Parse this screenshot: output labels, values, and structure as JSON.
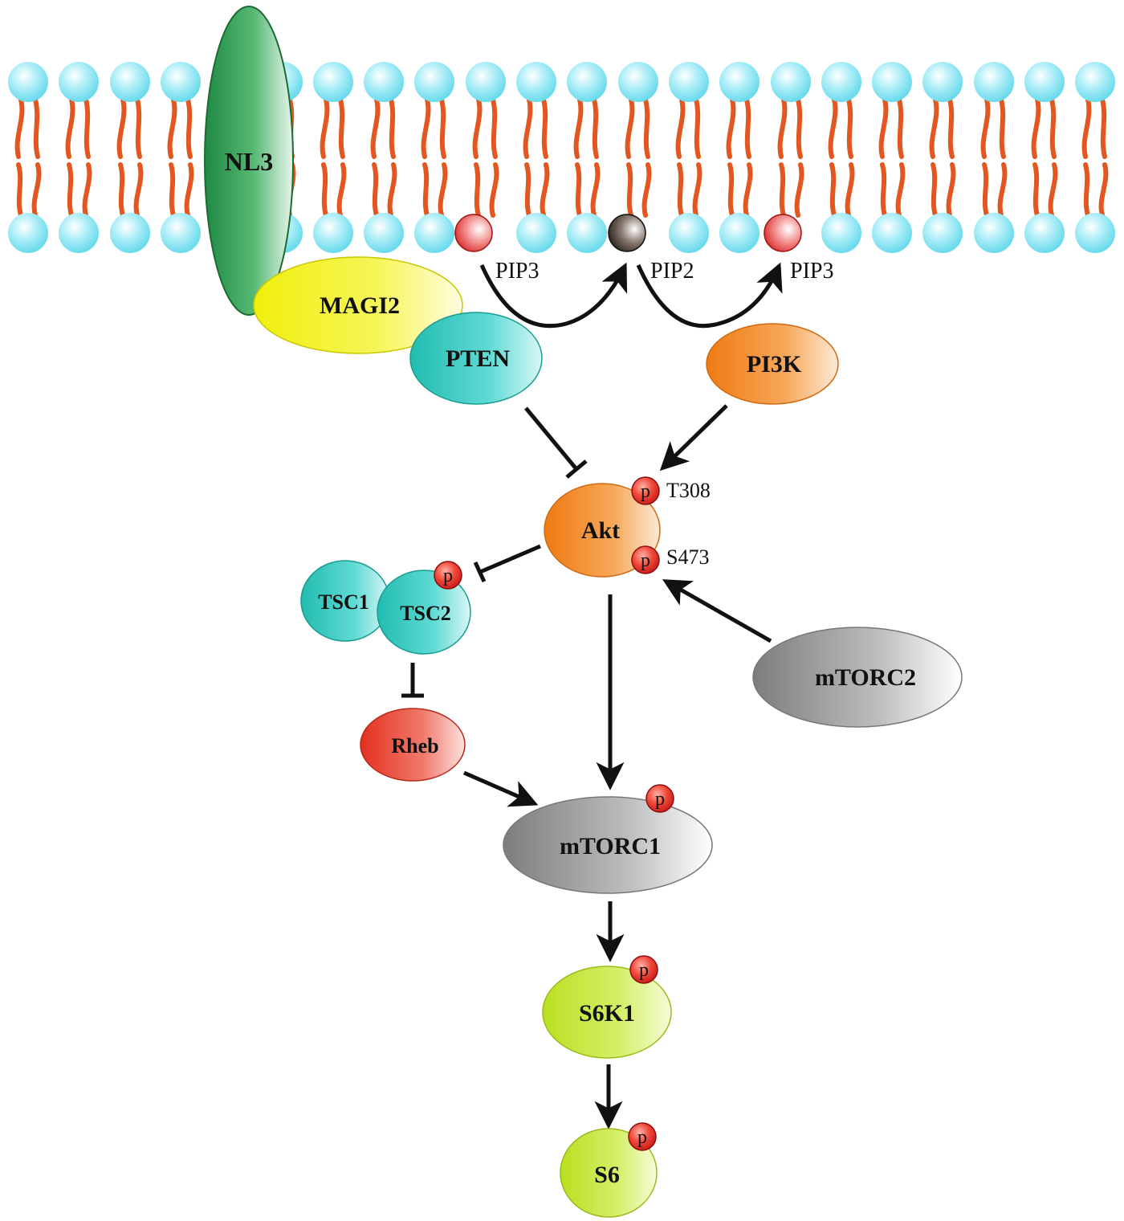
{
  "nodes": {
    "nl3": "NL3",
    "magi2": "MAGI2",
    "pten": "PTEN",
    "pi3k": "PI3K",
    "akt": "Akt",
    "tsc1": "TSC1",
    "tsc2": "TSC2",
    "rheb": "Rheb",
    "mtorc1": "mTORC1",
    "mtorc2": "mTORC2",
    "s6k1": "S6K1",
    "s6": "S6"
  },
  "lipids": {
    "pip3_left": "PIP3",
    "pip2": "PIP2",
    "pip3_right": "PIP3"
  },
  "sites": {
    "t308": "T308",
    "s473": "S473"
  },
  "phospho_label": "p",
  "colors": {
    "lipid_head": "#5fd7ea",
    "lipid_tail": "#e2561f",
    "pip3": "#e02a2a",
    "pip2": "#3a2b25",
    "nl3": "#2e9a52",
    "magi2": "#f2f21a",
    "pten": "#2bc5b7",
    "pi3k": "#f3861f",
    "akt": "#f3861f",
    "tsc": "#2bc5b7",
    "rheb": "#e8402c",
    "mtorc": "#8c8c8c",
    "s6k": "#c7e83a",
    "phospho": "#e02a2a"
  }
}
